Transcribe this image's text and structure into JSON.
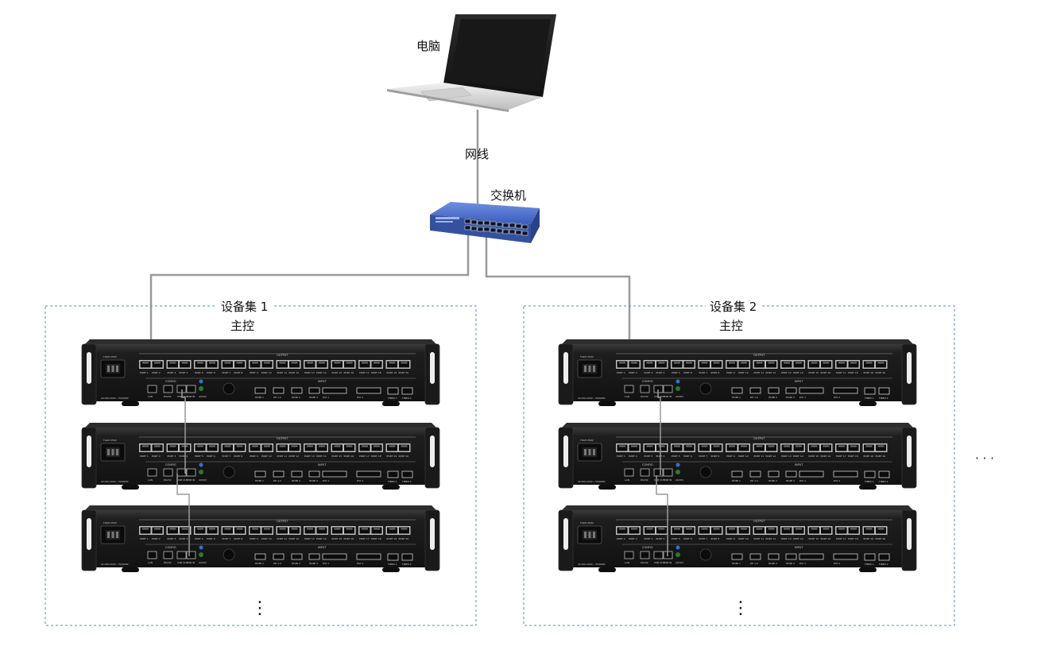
{
  "labels": {
    "computer": "电脑",
    "cable": "网线",
    "switch": "交换机"
  },
  "groups": [
    {
      "title": "设备集 1",
      "master": "主控",
      "continuation": "⋮"
    },
    {
      "title": "设备集 2",
      "master": "主控",
      "continuation": "⋮"
    }
  ],
  "more_groups": "· · ·",
  "device": {
    "power_rating": "T4AH 250V",
    "power_input": "AC100-240V~ 50/60Hz",
    "output_label": "OUTPUT",
    "input_label": "INPUT",
    "config_label": "CONFIG",
    "port_labels": [
      "PORT 1",
      "PORT 2",
      "PORT 3",
      "PORT 4",
      "PORT 5",
      "PORT 6",
      "PORT 7",
      "PORT 8",
      "PORT 9",
      "PORT 10",
      "PORT 11",
      "PORT 12",
      "PORT 13",
      "PORT 14",
      "PORT 15",
      "PORT 16",
      "PORT 17",
      "PORT 18",
      "PORT 19",
      "PORT 20"
    ],
    "config_ports": [
      "LAN",
      "RS232",
      "USB OUT",
      "USB IN",
      "AUDIO"
    ],
    "input_ports": [
      "HDMI 1",
      "DP 1.2",
      "HDMI 2",
      "HDMI 3",
      "DVI 1",
      "DVI 2"
    ],
    "fiber_ports": [
      "FIBER 1",
      "FIBER 2"
    ]
  },
  "colors": {
    "device_body": "#1c1c1c",
    "cable": "#9a9a9a",
    "switch_body": "#3a56a8",
    "group_border": "#5b8fb9"
  }
}
